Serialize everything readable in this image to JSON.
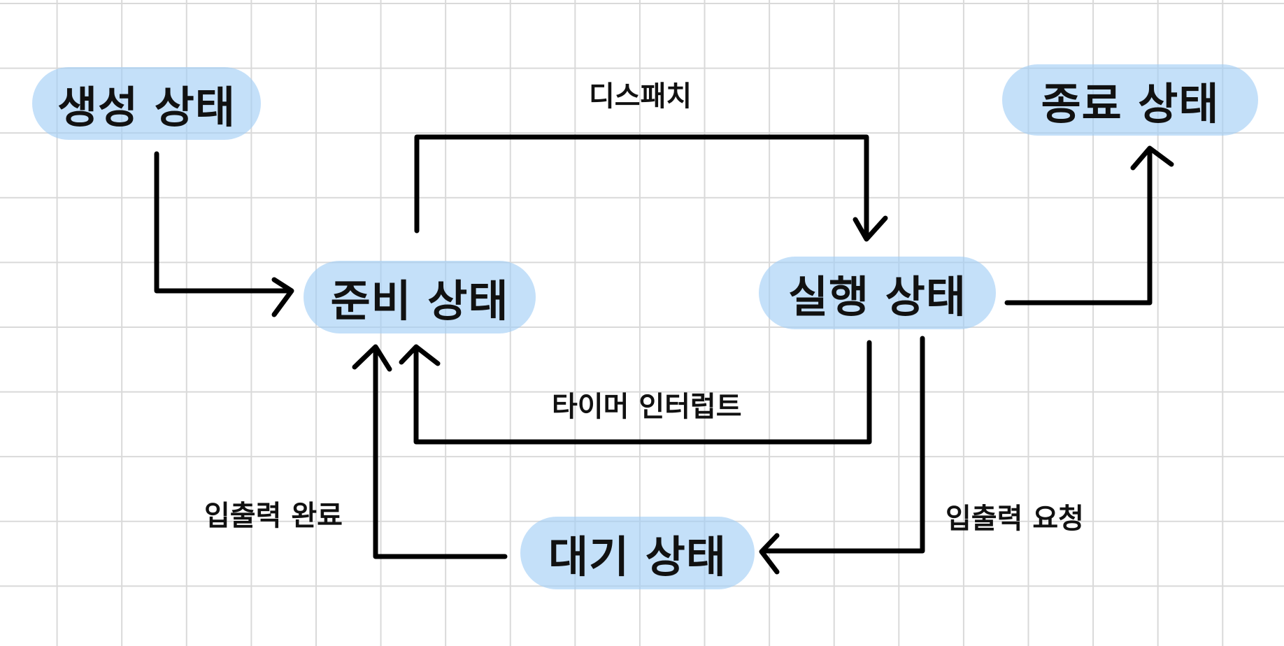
{
  "diagram": {
    "nodes": {
      "new": "생성 상태",
      "ready": "준비 상태",
      "running": "실행 상태",
      "terminated": "종료 상태",
      "waiting": "대기 상태"
    },
    "edges": {
      "dispatch": "디스패치",
      "timer_interrupt": "타이머 인터럽트",
      "io_complete": "입출력 완료",
      "io_request": "입출력 요청"
    }
  }
}
